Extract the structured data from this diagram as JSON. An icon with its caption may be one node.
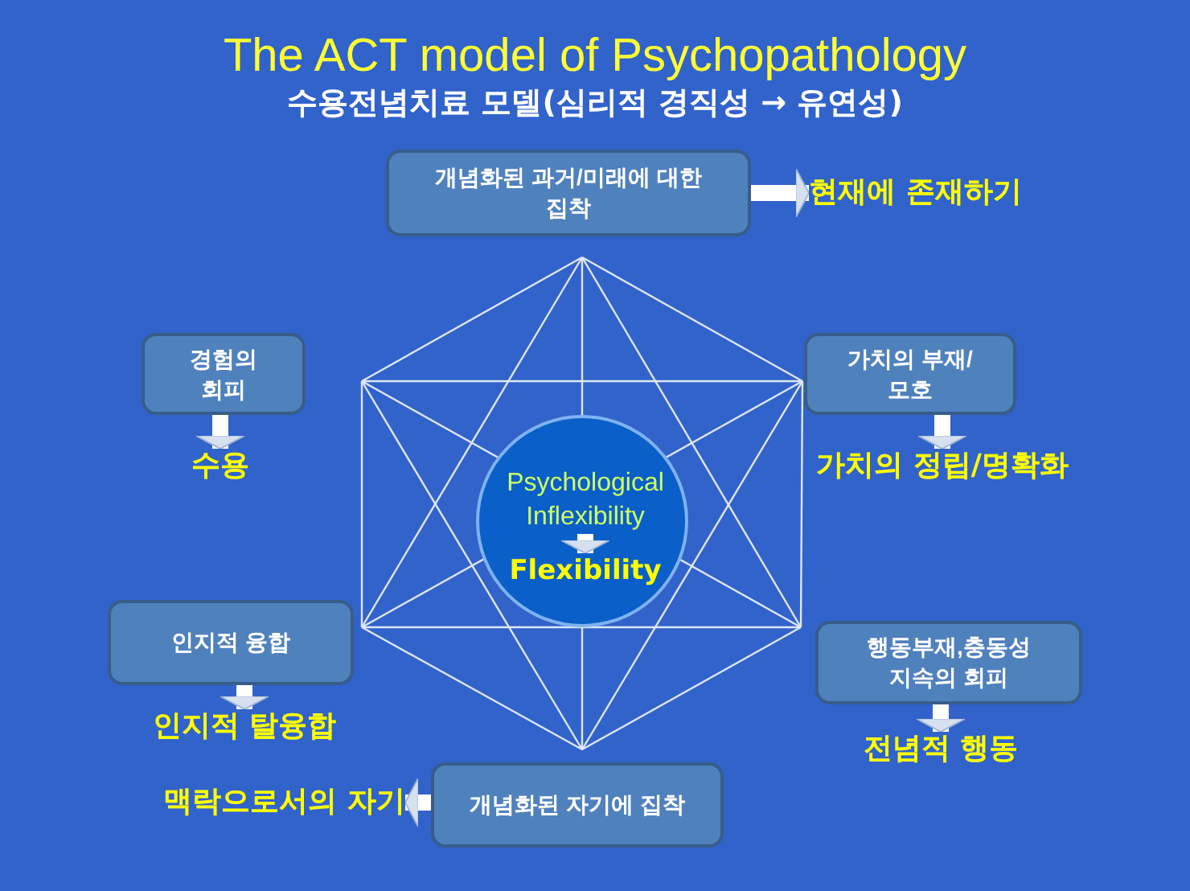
{
  "diagram": {
    "title": "The ACT model of Psychopathology",
    "nodes": [
      {
        "text": [
          "개념화된 과거/미래에 대한 집착"
        ]
      },
      {
        "text": [
          "현재에 존재하기"
        ]
      },
      {
        "text": [
          "경험의 회피"
        ]
      },
      {
        "text": [
          "가치의 부재/모호"
        ]
      },
      {
        "text": [
          "수용"
        ]
      },
      {
        "text": [
          "가치의 정립/명확화"
        ]
      },
      {
        "text": [],
        "shape": "circle"
      },
      {
        "text": [
          "Psychological Inflexibility"
        ],
        "in": 6
      },
      {
        "text": [
          "Flexibility"
        ],
        "in": 6
      },
      {
        "text": [
          "인지적 융합"
        ]
      },
      {
        "text": [
          "행동부재,충동성 지속의 회피"
        ]
      },
      {
        "text": [
          "인지적 탈융합"
        ]
      },
      {
        "text": [
          "전념적 행동"
        ]
      },
      {
        "text": [
          "맥락으로서의 자기"
        ]
      },
      {
        "text": [
          "개념화된 자기에 집착"
        ]
      }
    ],
    "edges": [
      {
        "from": 0,
        "to": 1,
        "arrow": "to"
      },
      {
        "from": 2,
        "to": 4,
        "arrow": "to"
      },
      {
        "from": 3,
        "to": 5,
        "arrow": "to"
      },
      {
        "from": 7,
        "to": 8,
        "arrow": "to"
      },
      {
        "from": 9,
        "to": 11,
        "arrow": "to"
      },
      {
        "from": 10,
        "to": 12,
        "arrow": "to"
      },
      {
        "from": 14,
        "to": 13,
        "arrow": "to"
      }
    ],
    "labels": [
      "수용전념치료 모델(심리적 경직성 → 유연성)"
    ]
  }
}
